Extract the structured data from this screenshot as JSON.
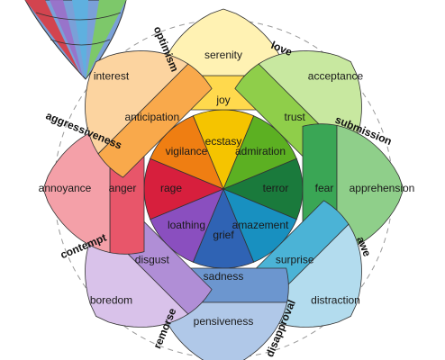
{
  "petals": [
    {
      "key": "joy",
      "labels": [
        "serenity",
        "joy",
        "ecstasy"
      ],
      "colors": [
        "#fff2b3",
        "#ffd94d",
        "#f5c400"
      ]
    },
    {
      "key": "trust",
      "labels": [
        "acceptance",
        "trust",
        "admiration"
      ],
      "colors": [
        "#c8e8a0",
        "#8fce4a",
        "#5cb022"
      ]
    },
    {
      "key": "fear",
      "labels": [
        "apprehension",
        "fear",
        "terror"
      ],
      "colors": [
        "#8fcf8a",
        "#3aa655",
        "#1a7a3c"
      ]
    },
    {
      "key": "surprise",
      "labels": [
        "distraction",
        "surprise",
        "amazement"
      ],
      "colors": [
        "#b3dcee",
        "#4bb3d6",
        "#1890c0"
      ]
    },
    {
      "key": "sadness",
      "labels": [
        "pensiveness",
        "sadness",
        "grief"
      ],
      "colors": [
        "#b0c8e8",
        "#6c96cf",
        "#2f63b4"
      ]
    },
    {
      "key": "disgust",
      "labels": [
        "boredom",
        "disgust",
        "loathing"
      ],
      "colors": [
        "#d9c2ea",
        "#b08ed6",
        "#8a4fbf"
      ]
    },
    {
      "key": "anger",
      "labels": [
        "annoyance",
        "anger",
        "rage"
      ],
      "colors": [
        "#f4a0a8",
        "#e8566a",
        "#d71f3d"
      ]
    },
    {
      "key": "anticipation",
      "labels": [
        "interest",
        "anticipation",
        "vigilance"
      ],
      "colors": [
        "#fcd4a0",
        "#f9a94b",
        "#ef7e12"
      ]
    }
  ],
  "dyads": [
    {
      "label": "love"
    },
    {
      "label": "submission"
    },
    {
      "label": "awe"
    },
    {
      "label": "disapproval"
    },
    {
      "label": "remorse"
    },
    {
      "label": "contempt"
    },
    {
      "label": "aggressiveness"
    },
    {
      "label": "optimism"
    }
  ],
  "colors": {
    "ring": "#999999",
    "outline": "#333333",
    "background": "#ffffff"
  }
}
